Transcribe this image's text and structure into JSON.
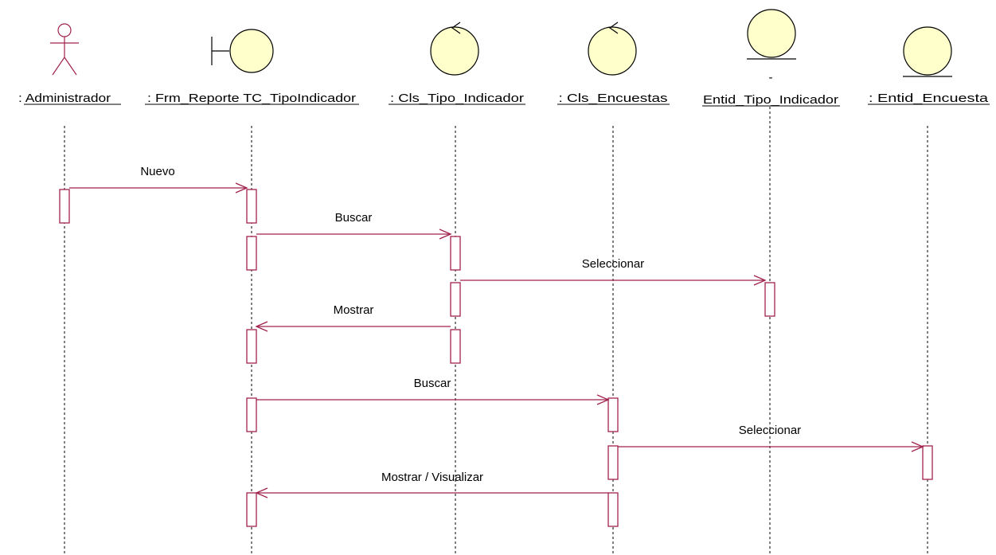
{
  "participants": [
    {
      "id": "administrador",
      "type": "actor",
      "label": ": Administrador"
    },
    {
      "id": "frm-reporte",
      "type": "boundary",
      "label": ": Frm_Reporte TC_TipoIndicador"
    },
    {
      "id": "cls-tipo-indicador",
      "type": "control",
      "label": ": Cls_Tipo_Indicador"
    },
    {
      "id": "cls-encuestas",
      "type": "control",
      "label": ": Cls_Encuestas"
    },
    {
      "id": "entid-tipo-indicador",
      "type": "entity",
      "label": "Entid_Tipo_Indicador",
      "mark": "-"
    },
    {
      "id": "entid-encuesta",
      "type": "entity",
      "label": ": Entid_Encuesta"
    }
  ],
  "messages": [
    {
      "from": 0,
      "to": 1,
      "label": "Nuevo"
    },
    {
      "from": 1,
      "to": 2,
      "label": "Buscar"
    },
    {
      "from": 2,
      "to": 4,
      "label": "Seleccionar"
    },
    {
      "from": 2,
      "to": 1,
      "label": "Mostrar"
    },
    {
      "from": 1,
      "to": 3,
      "label": "Buscar"
    },
    {
      "from": 3,
      "to": 5,
      "label": "Seleccionar"
    },
    {
      "from": 3,
      "to": 1,
      "label": "Mostrar / Visualizar"
    }
  ],
  "colors": {
    "message_line": "#a0224e",
    "icon_fill": "#ffffcc",
    "lifeline": "#000000"
  }
}
